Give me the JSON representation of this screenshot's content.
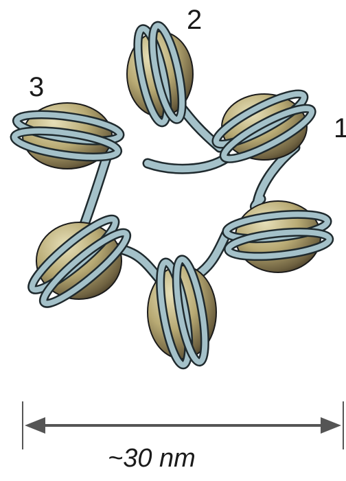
{
  "figure": {
    "nucleosome_labels": [
      "1",
      "2",
      "3"
    ],
    "scale": {
      "text": "~30 nm"
    },
    "colors": {
      "histone_light": "#d8d0a4",
      "histone_mid": "#a89a66",
      "histone_dark": "#2b2418",
      "dna_fill": "#a4c1c9",
      "dna_outline": "#1f2a2e",
      "scale_line": "#555555",
      "background": "#ffffff"
    },
    "nucleosome_count": 6
  }
}
